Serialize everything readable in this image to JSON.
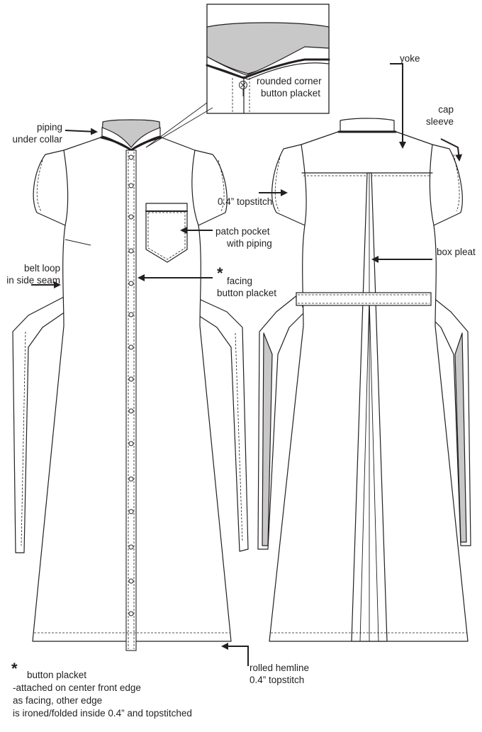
{
  "labels": {
    "piping_under_collar": [
      "piping",
      "under collar"
    ],
    "rounded_corner_button_placket": [
      "rounded corner",
      "button placket"
    ],
    "yoke": "yoke",
    "cap_sleeve": [
      "cap",
      "sleeve"
    ],
    "topstitch": "0.4” topstitch",
    "patch_pocket": [
      "patch pocket",
      "with piping"
    ],
    "box_pleat": "box pleat",
    "belt_loop": [
      "belt loop",
      "in side seam"
    ],
    "asterisk": "*",
    "facing_button_placket": [
      "facing",
      "button placket"
    ],
    "rolled_hemline": [
      "rolled hemline",
      "0.4” topstitch"
    ]
  },
  "footnote": {
    "asterisk": "*",
    "title": "button placket",
    "lines": [
      "-attached on center front edge",
      "as facing, other edge",
      "is ironed/folded inside 0.4” and topstitched"
    ]
  },
  "colors": {
    "line": "#231f20",
    "shade": "#c8c8c8",
    "background": "#ffffff"
  }
}
